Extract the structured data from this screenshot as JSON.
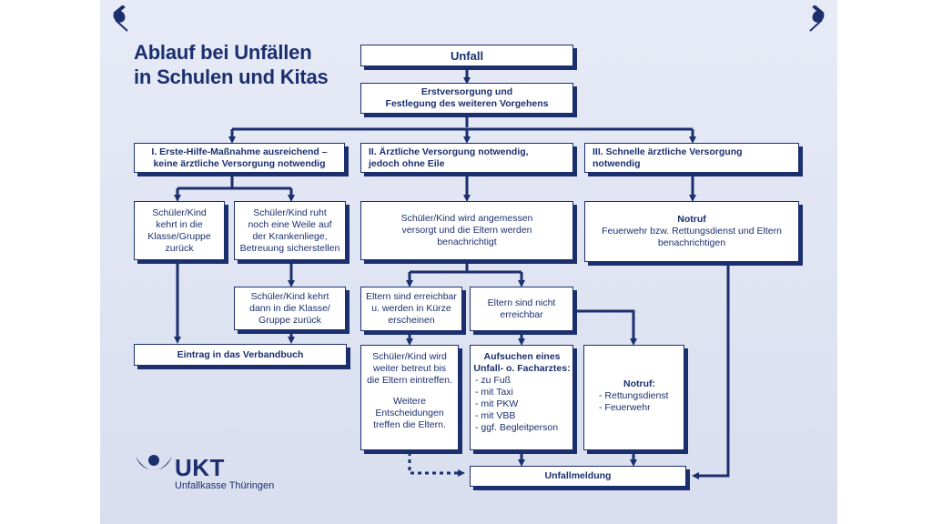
{
  "title": "Ablauf bei Unfällen\nin Schulen und Kitas",
  "colors": {
    "primary": "#1b2f6e",
    "background": "#dfe4f3",
    "box": "#ffffff"
  },
  "icons": [
    "pin-icon",
    "logo-symbol"
  ],
  "nodes": {
    "unfall": "Unfall",
    "erstversorgung": [
      "Erstversorgung und",
      "Festlegung des weiteren Vorgehens"
    ],
    "branch1": [
      "I. Erste-Hilfe-Maßnahme ausreichend –",
      "keine ärztliche Versorgung notwendig"
    ],
    "branch2": [
      "II. Ärztliche Versorgung notwendig,",
      "jedoch ohne Eile"
    ],
    "branch3": [
      "III. Schnelle ärztliche Versorgung",
      "notwendig"
    ],
    "kind_zurueck": [
      "Schüler/Kind",
      "kehrt in die",
      "Klasse/Gruppe",
      "zurück"
    ],
    "kind_ruht": [
      "Schüler/Kind ruht",
      "noch eine Weile auf",
      "der Krankenliege,",
      "Betreuung sicherstellen"
    ],
    "kind_kehrt_dann": [
      "Schüler/Kind kehrt",
      "dann in die Klasse/",
      "Gruppe zurück"
    ],
    "verbandbuch": "Eintrag in das Verbandbuch",
    "versorgt": [
      "Schüler/Kind wird angemessen",
      "versorgt und die Eltern werden",
      "benachrichtigt"
    ],
    "eltern_erreichbar": [
      "Eltern sind erreichbar",
      "u. werden in Kürze",
      "erscheinen"
    ],
    "eltern_nicht": [
      "Eltern sind nicht",
      "erreichbar"
    ],
    "weiter_betreut": [
      "Schüler/Kind wird",
      "weiter betreut bis",
      "die Eltern eintreffen.",
      "",
      "Weitere",
      "Entscheidungen",
      "treffen die Eltern."
    ],
    "aufsuchen_title": [
      "Aufsuchen eines",
      "Unfall- o. Facharztes:"
    ],
    "aufsuchen_items": [
      "- zu Fuß",
      "- mit Taxi",
      "- mit PKW",
      "- mit VBB",
      "- ggf. Begleitperson"
    ],
    "notruf_small_title": "Notruf:",
    "notruf_small_items": [
      "- Rettungsdienst",
      "- Feuerwehr"
    ],
    "notruf_big_title": "Notruf",
    "notruf_big_text": [
      "Feuerwehr bzw. Rettungsdienst und Eltern",
      "benachrichtigen"
    ],
    "unfallmeldung": "Unfallmeldung"
  },
  "logo": {
    "name": "UKT",
    "subtitle": "Unfallkasse Thüringen"
  }
}
